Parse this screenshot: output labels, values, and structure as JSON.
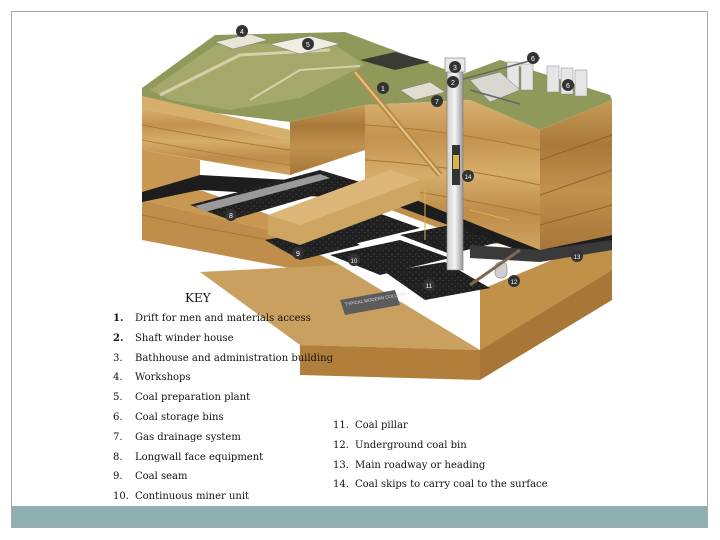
{
  "key": {
    "title": "KEY",
    "items": [
      {
        "num": "1.",
        "label": "Drift for men and materials access"
      },
      {
        "num": "2.",
        "label": "Shaft winder house"
      },
      {
        "num": "3.",
        "label": "Bathhouse and administration building"
      },
      {
        "num": "4.",
        "label": "Workshops"
      },
      {
        "num": "5.",
        "label": "Coal preparation plant"
      },
      {
        "num": "6.",
        "label": "Coal storage bins"
      },
      {
        "num": "7.",
        "label": "Gas drainage system"
      },
      {
        "num": "8.",
        "label": "Longwall face equipment"
      },
      {
        "num": "9.",
        "label": "Coal seam"
      },
      {
        "num": "10.",
        "label": "Continuous miner unit"
      },
      {
        "num": "11.",
        "label": "Coal pillar"
      },
      {
        "num": "12.",
        "label": "Underground coal bin"
      },
      {
        "num": "13.",
        "label": "Main roadway or heading"
      },
      {
        "num": "14.",
        "label": "Coal skips to carry coal to the surface"
      }
    ]
  },
  "callouts": [
    "1",
    "2",
    "3",
    "4",
    "5",
    "6",
    "6",
    "7",
    "8",
    "9",
    "10",
    "11",
    "12",
    "13",
    "14"
  ],
  "caption_plate": "TYPICAL MODERN COLLIERY",
  "colors": {
    "rock_top": "#d9b878",
    "rock_front": "#c99a55",
    "rock_side": "#b5843f",
    "coal": "#1d1d1d",
    "surface": "#8f9a5a",
    "footer": "#8fb0b0"
  }
}
